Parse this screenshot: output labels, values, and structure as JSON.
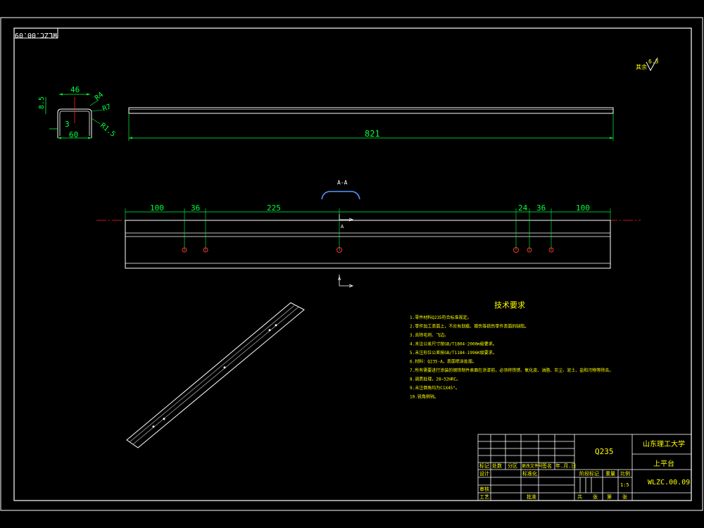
{
  "drawing_code_mirrored": "WLZC.00.09",
  "surface_finish": {
    "symbol_label": "其余",
    "value": "6.3"
  },
  "section_profile": {
    "dim_top": "46",
    "dim_bottom": "60",
    "dim_height": "8.5",
    "dim_thickness": "3",
    "dim_r4": "R4",
    "dim_r7": "R7",
    "dim_r1_5": "R1.5"
  },
  "side_view": {
    "dim_length": "821"
  },
  "section_marker": {
    "label": "A-A",
    "arrow_label": "A"
  },
  "top_view_dims": {
    "left_100": "100",
    "left_36": "36",
    "mid_225": "225",
    "right_24": "24",
    "right_36": "36",
    "right_100": "100"
  },
  "tech_requirements": {
    "title": "技术要求",
    "items": [
      "1.零件材料Q235符合标准规定。",
      "2.零件加工表面上，不应有划痕、擦伤等损伤零件表面的缺陷。",
      "3.去除毛刺、飞边。",
      "4.未注公差尺寸按GB/T1804-2000m级要求。",
      "5.未注形位公差按GB/T1184-1996K级要求。",
      "6.材料：Q235-A，表面喷涂处理。",
      "7.所有需要进行涂装的钢铁制件表面在涂漆前，必须将铁锈、氧化皮、油脂、灰尘、泥土、盐和污物等除去。",
      "8.调质处理，28~32HRC。",
      "9.未注倒角均为C1X45°。",
      "10.锐角倒钝。"
    ]
  },
  "title_block": {
    "material": "Q235",
    "school": "山东理工大学",
    "part_name": "上平台",
    "drawing_code": "WLZC.00.09",
    "scale": "1:5",
    "labels": {
      "marker": "标记",
      "count": "处数",
      "zone": "分区",
      "change_doc": "更改文件号",
      "signature": "签名",
      "date": "年.月.日",
      "design": "设计",
      "standardize": "标准化",
      "stage_mark": "阶段标记",
      "weight": "重量",
      "scale_lbl": "比例",
      "review": "审核",
      "process": "工艺",
      "approve": "批准",
      "total": "共",
      "sheet": "张",
      "no": "第",
      "sheet2": "张"
    }
  },
  "colors": {
    "background": "#000000",
    "frame": "#ffffff",
    "dimension": "#00ff3c",
    "text": "#ffff00",
    "centerline": "#ff2020",
    "hole": "#ff3030"
  }
}
